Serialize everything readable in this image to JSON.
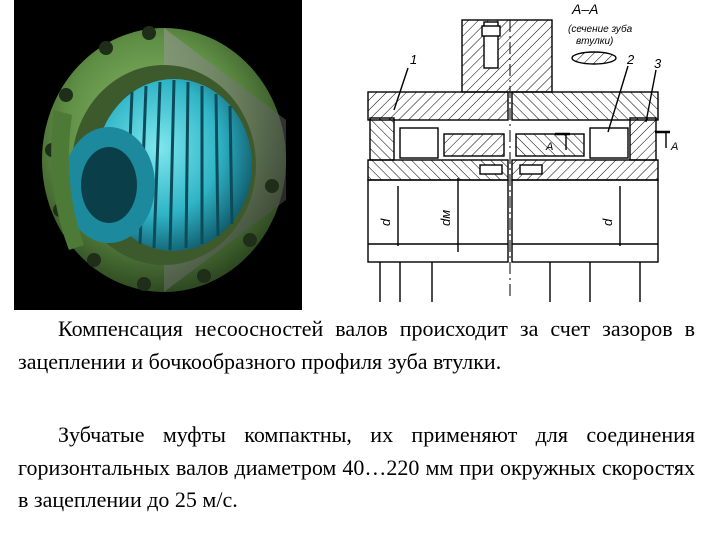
{
  "drawing": {
    "section_title": "А–А",
    "section_caption_1": "(сечение зуба",
    "section_caption_2": "втулки)",
    "callouts": [
      "1",
      "2",
      "3"
    ],
    "section_mark": "А",
    "dim_d": "d",
    "dim_dm": "dм"
  },
  "text": {
    "paragraph_1": "Компенсация несоосностей валов происходит за счет зазоров в зацеплении и бочкообразного профиля зуба втулки.",
    "paragraph_2": "Зубчатые муфты компактны, их применяют для соединения горизонтальных валов диаметром 40…220 мм при окружных скоростях в зацеплении до 25 м/с."
  }
}
